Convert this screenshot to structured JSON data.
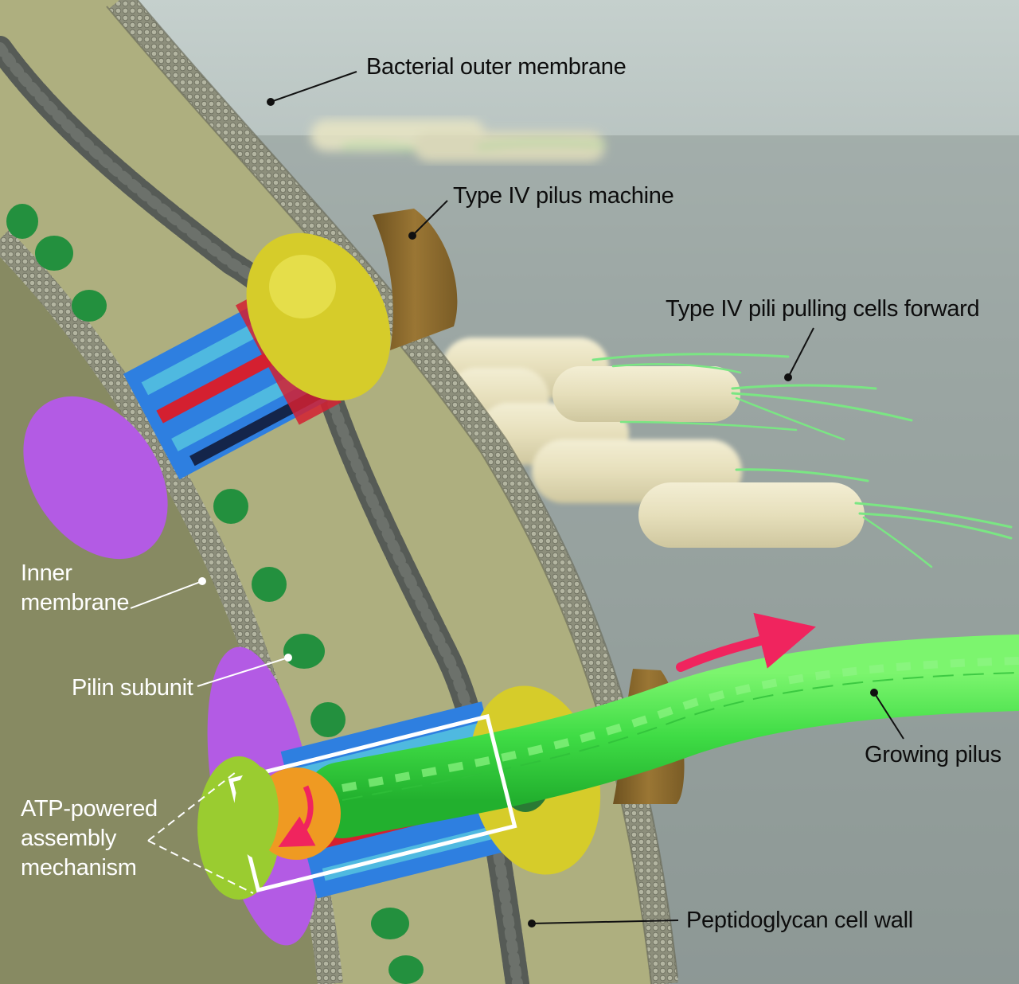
{
  "labels": {
    "outer_membrane": "Bacterial outer membrane",
    "pilus_machine": "Type IV pilus machine",
    "pili_pulling": "Type IV pili pulling cells forward",
    "inner_membrane_line1": "Inner",
    "inner_membrane_line2": "membrane",
    "pilin_subunit": "Pilin subunit",
    "growing_pilus": "Growing pilus",
    "atp_line1": "ATP-powered",
    "atp_line2": "assembly",
    "atp_line3": "mechanism",
    "peptidoglycan": "Peptidoglycan cell wall"
  },
  "colors": {
    "sky_top": "#c4cfcc",
    "sky_bottom": "#8d9896",
    "periplasm": "#adae7e",
    "cytoplasm": "#868a60",
    "membrane": "#8a8c7a",
    "pilus_green": "#4ce84a",
    "pilin_green": "#23903e",
    "peptidoglycan_gray": "#555a55",
    "secretin_brown": "#8c6a2e",
    "arrow_pink": "#f0245e",
    "atpase_orange": "#ef9a22",
    "purple_protein": "#b45ae4",
    "yellow_protein": "#d6cc2a",
    "red_protein": "#d42030",
    "blue_protein": "#2e7fe0",
    "cell_body": "#ece6c4"
  }
}
